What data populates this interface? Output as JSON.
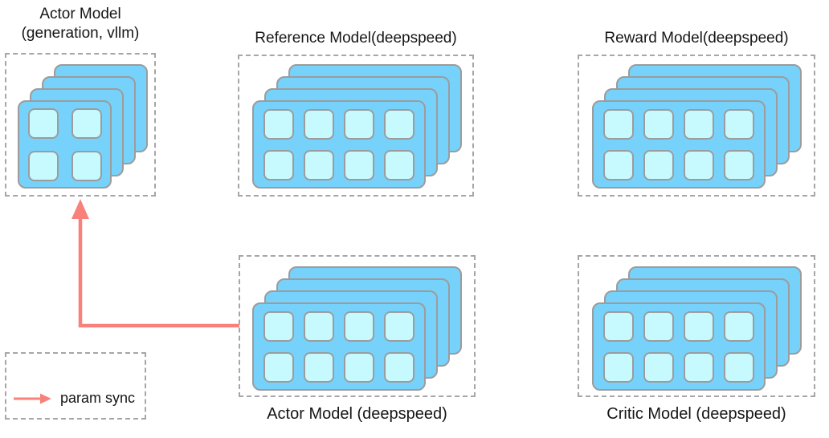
{
  "diagram": {
    "colors": {
      "card_fill": "#76d2fb",
      "cell_fill": "#c6fafe",
      "card_border": "#9c9c9c",
      "box_border": "#a6a6a6",
      "arrow": "#f8827b",
      "text": "#161616"
    },
    "groups": [
      {
        "id": "actor-generation",
        "title": "Actor Model",
        "subtitle": "(generation, vllm)",
        "label_position": "above",
        "layers": 4,
        "grid": {
          "rows": 2,
          "cols": 2
        }
      },
      {
        "id": "reference-model",
        "title": "Reference Model(deepspeed)",
        "label_position": "above",
        "layers": 4,
        "grid": {
          "rows": 2,
          "cols": 4
        }
      },
      {
        "id": "reward-model",
        "title": "Reward Model(deepspeed)",
        "label_position": "above",
        "layers": 4,
        "grid": {
          "rows": 2,
          "cols": 4
        }
      },
      {
        "id": "actor-deepspeed",
        "title": "Actor Model (deepspeed)",
        "label_position": "below",
        "layers": 4,
        "grid": {
          "rows": 2,
          "cols": 4
        }
      },
      {
        "id": "critic-model",
        "title": "Critic Model (deepspeed)",
        "label_position": "below",
        "layers": 4,
        "grid": {
          "rows": 2,
          "cols": 4
        }
      }
    ],
    "legend": {
      "label": "param sync"
    }
  }
}
